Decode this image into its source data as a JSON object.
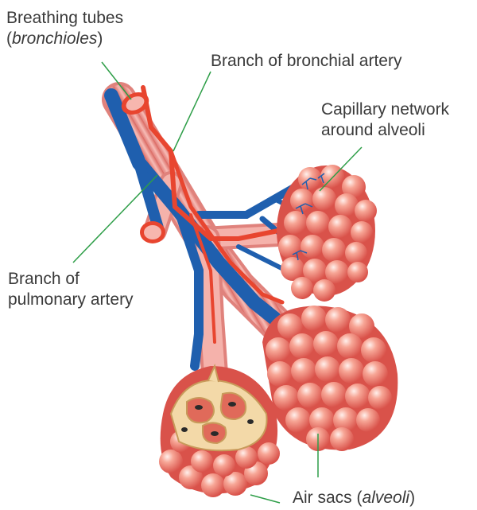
{
  "labels": {
    "bronchioles": {
      "line1": "Breathing tubes",
      "open": "(",
      "term": "bronchioles",
      "close": ")"
    },
    "bronchial_artery": {
      "text": "Branch of bronchial artery"
    },
    "capillary": {
      "line1": "Capillary network",
      "line2": "around alveoli"
    },
    "pulmonary_artery": {
      "line1": "Branch of",
      "line2": "pulmonary artery"
    },
    "air_sacs": {
      "prefix": "Air sacs (",
      "term": "alveoli",
      "suffix": ")"
    }
  },
  "colors": {
    "label_text": "#3a3a3a",
    "leader_line": "#2e9e48",
    "artery_red": "#e8452f",
    "vein_blue": "#1f5fae",
    "alveoli_pink": "#f49a8a",
    "tube_pink": "#f2a09a"
  }
}
